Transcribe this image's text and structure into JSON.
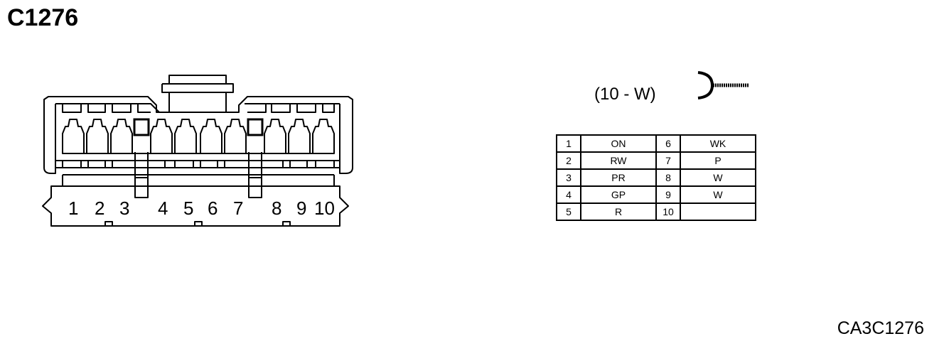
{
  "connector_id": "C1276",
  "figure_code": "CA3C1276",
  "spec": {
    "label": "(10 - W)"
  },
  "pin_numbers": [
    "1",
    "2",
    "3",
    "4",
    "5",
    "6",
    "7",
    "8",
    "9",
    "10"
  ],
  "wires": [
    {
      "pin": "1",
      "color": "ON"
    },
    {
      "pin": "2",
      "color": "RW"
    },
    {
      "pin": "3",
      "color": "PR"
    },
    {
      "pin": "4",
      "color": "GP"
    },
    {
      "pin": "5",
      "color": "R"
    },
    {
      "pin": "6",
      "color": "WK"
    },
    {
      "pin": "7",
      "color": "P"
    },
    {
      "pin": "8",
      "color": "W"
    },
    {
      "pin": "9",
      "color": "W"
    },
    {
      "pin": "10",
      "color": ""
    }
  ]
}
